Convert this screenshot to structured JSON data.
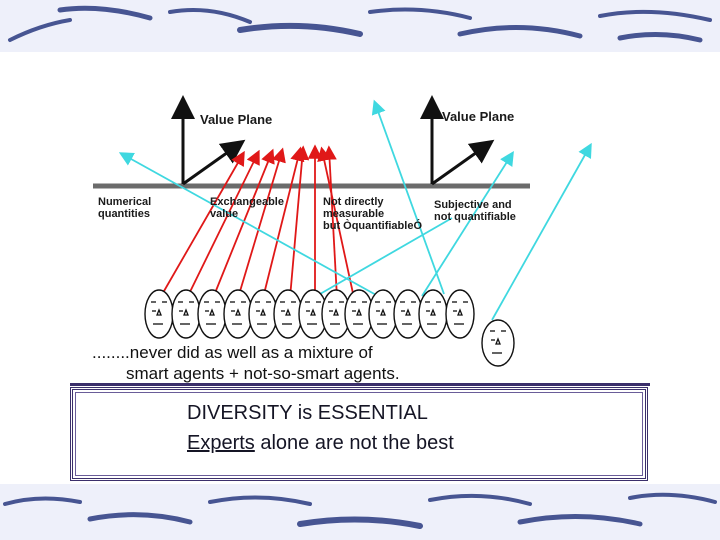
{
  "labels": {
    "value_plane_left": "Value Plane",
    "value_plane_right": "Value Plane",
    "numerical": "Numerical\nquantities",
    "exchangeable": "Exchangeable\nvalue",
    "not_directly": "Not directly\nmeasurable\nbut ÒquantifiableÓ",
    "subjective": "Subjective and\nnot quantifiable"
  },
  "caption": {
    "line1": "........never did as well as a mixture of",
    "line2": "smart agents + not-so-smart agents."
  },
  "message": {
    "line1": "DIVERSITY is ESSENTIAL",
    "line2_underlined": "Experts",
    "line2_rest": " alone are not the best"
  },
  "colors": {
    "red_arrow": "#e01818",
    "cyan_arrow": "#3fd8e0",
    "value_line": "#6b6b6b",
    "box_border": "#3b2f6b",
    "band": "#eef0fa"
  }
}
